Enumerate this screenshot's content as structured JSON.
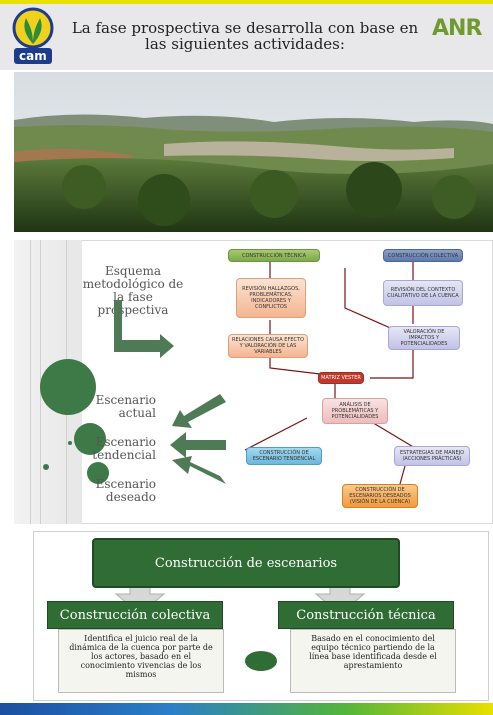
{
  "header": {
    "title": "La fase prospectiva se desarrolla con base en las siguientes actividades:",
    "logo_left": "cam",
    "logo_right": "ANR"
  },
  "colors": {
    "accent_yellow": "#e8e000",
    "dark_green": "#2f6d35",
    "brand_blue": "#1d3d8c"
  },
  "diagram": {
    "caption": "Esquema metodológico de la fase prospectiva",
    "scenarios": [
      "Escenario actual",
      "Escenario tendencial",
      "Escenario deseado"
    ],
    "flow": {
      "construccion_tecnica": "CONSTRUCCIÓN TÉCNICA",
      "construccion_colectiva": "CONSTRUCCIÓN COLECTIVA",
      "revision_hallazgos": "REVISIÓN HALLAZGOS, PROBLEMÁTICAS, INDICADORES Y CONFLICTOS",
      "revision_contexto": "REVISIÓN DEL CONTEXTO CUALITATIVO DE LA CUENCA",
      "relaciones_causa": "RELACIONES CAUSA EFECTO Y VALORACIÓN DE LAS VARIABLES",
      "valoracion_impactos": "VALORACIÓN DE IMPACTOS Y POTENCIALIDADES",
      "matriz_vester": "MATRIZ VESTER",
      "analisis": "ANÁLISIS DE PROBLEMÁTICAS Y POTENCIALIDADES",
      "escenario_tendencial": "CONSTRUCCIÓN DE ESCENARIO TENDENCIAL",
      "estrategias": "ESTRATEGIAS DE MANEJO (ACCIONES PRÁCTICAS)",
      "escenarios_deseados": "CONSTRUCCIÓN DE ESCENARIOS DESEADOS (VISIÓN DE LA CUENCA)"
    }
  },
  "bottom": {
    "main_title": "Construcción de escenarios",
    "left": {
      "title": "Construcción colectiva",
      "body": "Identifica el juicio real de la dinámica de la cuenca por parte de los actores, basado en el conocimiento vivencias de los mismos"
    },
    "right": {
      "title": "Construcción técnica",
      "body": "Basado en el conocimiento del equipo técnico partiendo de la línea base identificada desde el aprestamiento"
    }
  }
}
